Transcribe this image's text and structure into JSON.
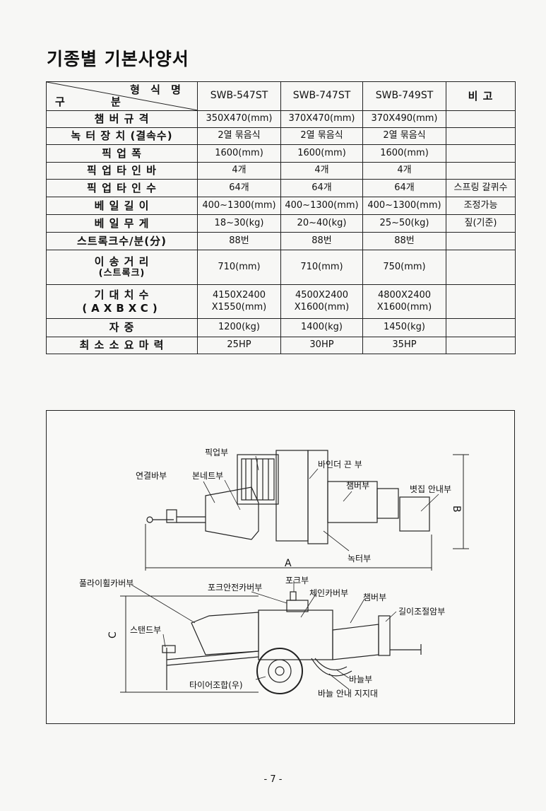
{
  "title": "기종별 기본사양서",
  "table": {
    "header_top": "형 식 명",
    "header_bottom": "구 분",
    "models": [
      "SWB-547ST",
      "SWB-747ST",
      "SWB-749ST"
    ],
    "remarks_header": "비 고",
    "rows": [
      {
        "label": "챔 버 규 격",
        "values": [
          "350X470(mm)",
          "370X470(mm)",
          "370X490(mm)"
        ],
        "remark": ""
      },
      {
        "label": "녹 터 장 치 (결속수)",
        "values": [
          "2열 묶음식",
          "2열 묶음식",
          "2열 묶음식"
        ],
        "remark": ""
      },
      {
        "label": "픽 업 폭",
        "values": [
          "1600(mm)",
          "1600(mm)",
          "1600(mm)"
        ],
        "remark": ""
      },
      {
        "label": "픽 업 타 인 바",
        "values": [
          "4개",
          "4개",
          "4개"
        ],
        "remark": ""
      },
      {
        "label": "픽 업 타 인 수",
        "values": [
          "64개",
          "64개",
          "64개"
        ],
        "remark": "스프링 갈퀴수"
      },
      {
        "label": "베 일 길 이",
        "values": [
          "400~1300(mm)",
          "400~1300(mm)",
          "400~1300(mm)"
        ],
        "remark": "조정가능"
      },
      {
        "label": "베 일 무 게",
        "values": [
          "18~30(kg)",
          "20~40(kg)",
          "25~50(kg)"
        ],
        "remark": "짚(기준)"
      },
      {
        "label": "스트록크수/분(分)",
        "values": [
          "88번",
          "88번",
          "88번"
        ],
        "remark": ""
      },
      {
        "label": "이 송 거 리",
        "sublabel": "(스트록크)",
        "values": [
          "710(mm)",
          "710(mm)",
          "750(mm)"
        ],
        "remark": ""
      },
      {
        "label": "기 대 치 수",
        "sublabel": "(AXBXC)",
        "values": [
          "4150X2400",
          "4500X2400",
          "4800X2400"
        ],
        "values2": [
          "X1550(mm)",
          "X1600(mm)",
          "X1600(mm)"
        ],
        "remark": ""
      },
      {
        "label": "자 중",
        "values": [
          "1200(kg)",
          "1400(kg)",
          "1450(kg)"
        ],
        "remark": ""
      },
      {
        "label": "최 소 소 요 마 력",
        "values": [
          "25HP",
          "30HP",
          "35HP"
        ],
        "remark": ""
      }
    ]
  },
  "diagram": {
    "top_labels": {
      "pickup": "픽업부",
      "binder": "바인더 끈 부",
      "connecting_bar": "연결바부",
      "bonnet": "본네트부",
      "chamber": "챔버부",
      "bale_guide": "볏집 안내부",
      "knotter": "녹터부",
      "dim_a": "A",
      "dim_b": "B"
    },
    "side_labels": {
      "pulley_cover": "풀라이휠카버부",
      "fork_safety_cover": "포크안전카버부",
      "fork": "포크부",
      "chain_cover": "체인카버부",
      "chamber": "챔버부",
      "length_adjust_arm": "길이조절암부",
      "stand": "스탠드부",
      "dim_c": "C",
      "tire_assembly": "타이어조합(우)",
      "needle": "바늘부",
      "needle_guide_support": "바늘 안내 지지대"
    }
  },
  "page_number": "- 7 -"
}
